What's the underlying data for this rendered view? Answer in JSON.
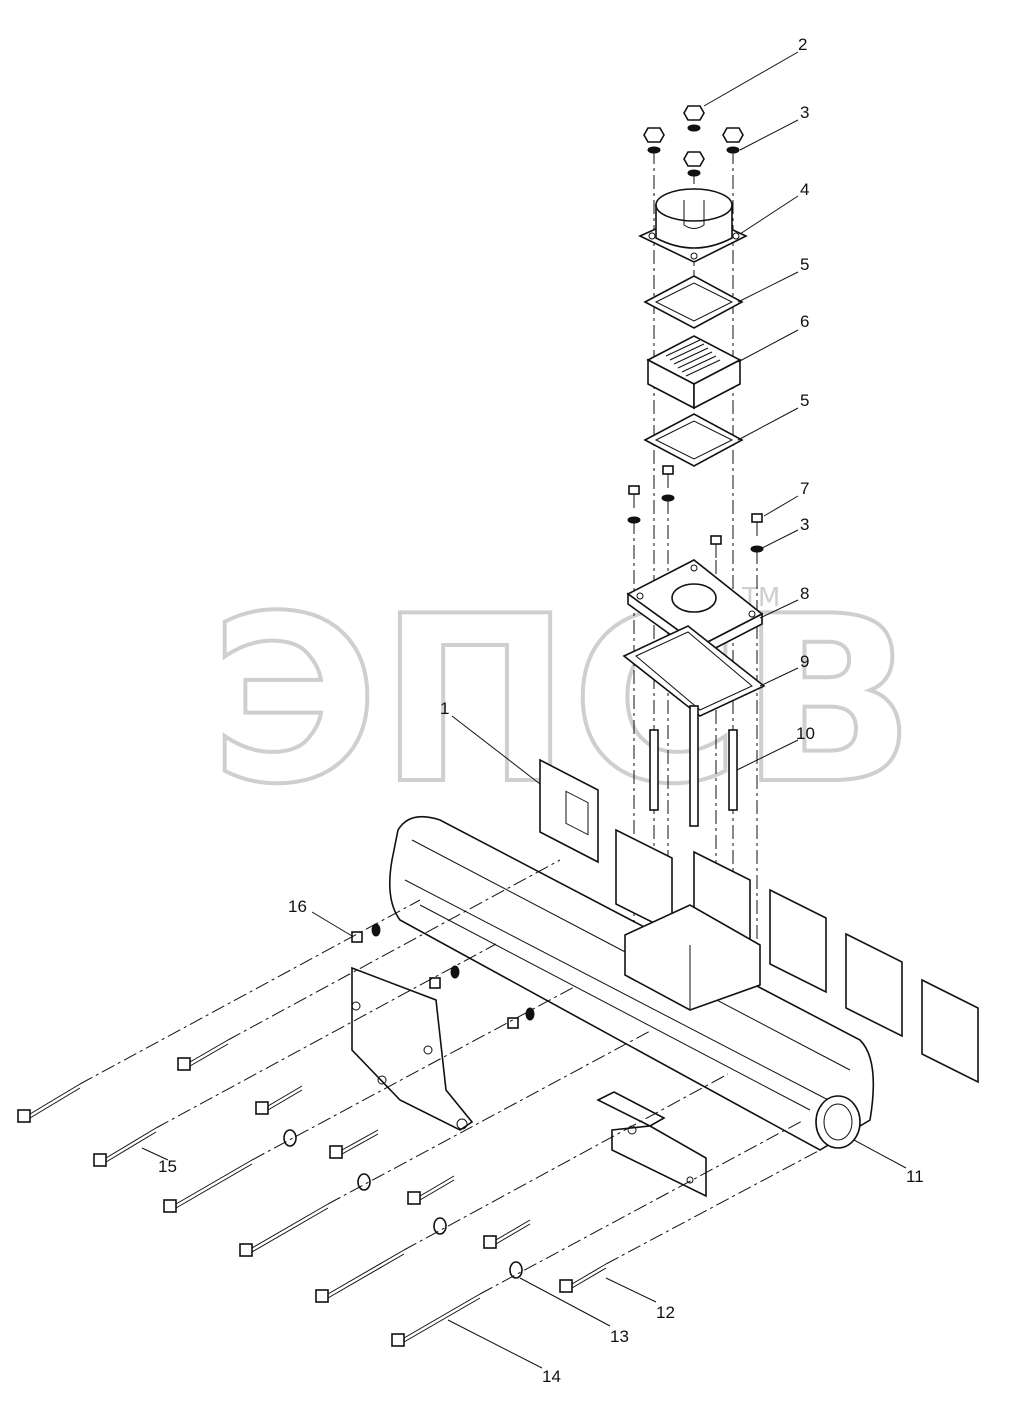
{
  "watermark": {
    "text": "ЭПСВ",
    "trademark": "TM"
  },
  "callouts": [
    {
      "id": "c2",
      "label": "2"
    },
    {
      "id": "c3a",
      "label": "3"
    },
    {
      "id": "c4",
      "label": "4"
    },
    {
      "id": "c5a",
      "label": "5"
    },
    {
      "id": "c6",
      "label": "6"
    },
    {
      "id": "c5b",
      "label": "5"
    },
    {
      "id": "c7",
      "label": "7"
    },
    {
      "id": "c3b",
      "label": "3"
    },
    {
      "id": "c8",
      "label": "8"
    },
    {
      "id": "c9",
      "label": "9"
    },
    {
      "id": "c10",
      "label": "10"
    },
    {
      "id": "c1",
      "label": "1"
    },
    {
      "id": "c16",
      "label": "16"
    },
    {
      "id": "c11",
      "label": "11"
    },
    {
      "id": "c15",
      "label": "15"
    },
    {
      "id": "c12",
      "label": "12"
    },
    {
      "id": "c13",
      "label": "13"
    },
    {
      "id": "c14",
      "label": "14"
    }
  ]
}
